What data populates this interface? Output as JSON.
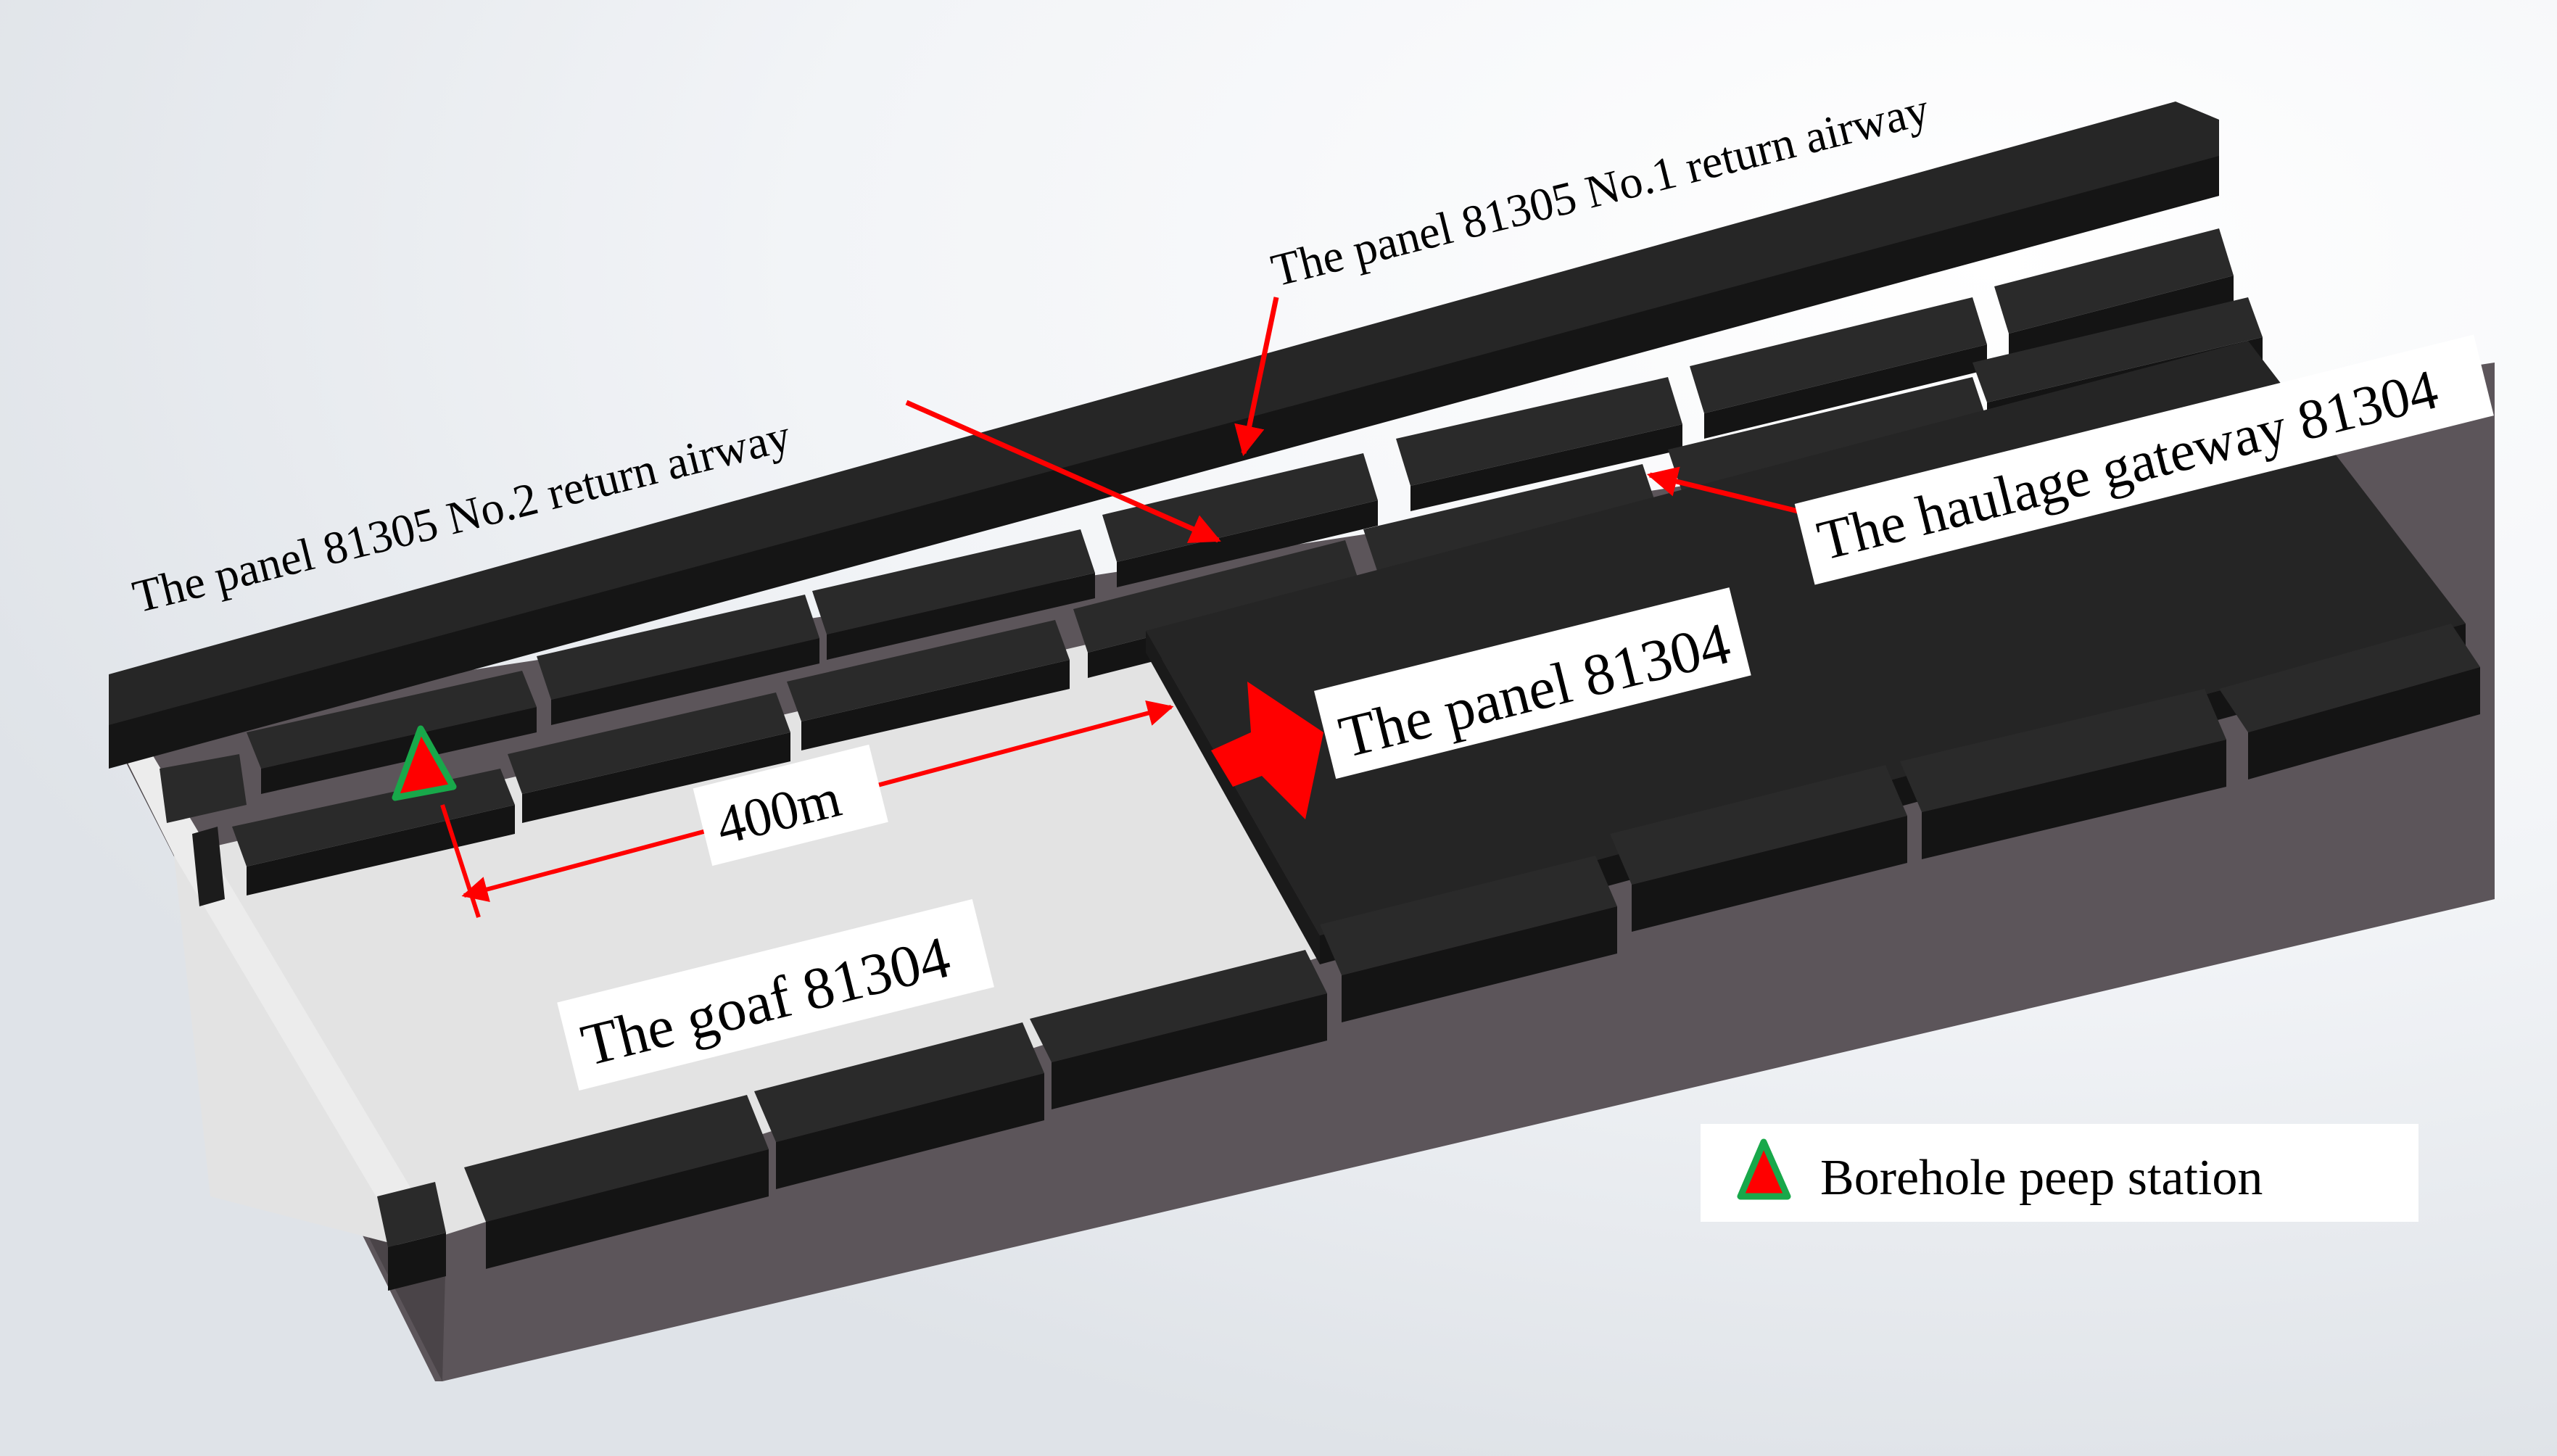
{
  "labels": {
    "no1_airway": "The panel 81305 No.1 return airway",
    "no2_airway": "The panel 81305 No.2 return airway",
    "haulage_gateway": "The haulage gateway 81304",
    "panel": "The panel 81304",
    "goaf": "The goaf 81304",
    "distance": "400m"
  },
  "legend": {
    "label": "Borehole peep station"
  },
  "colors": {
    "arrow": "#ff0000",
    "marker_fill": "#ff0000",
    "marker_border": "#18a84a",
    "block_top": "#262626",
    "block_side": "#161616",
    "base_side": "#5a5458",
    "goaf_surface": "#e2e2e2"
  },
  "icons": {
    "station_marker": "triangle-marker-icon",
    "advance_arrow": "arrow-right-icon"
  }
}
